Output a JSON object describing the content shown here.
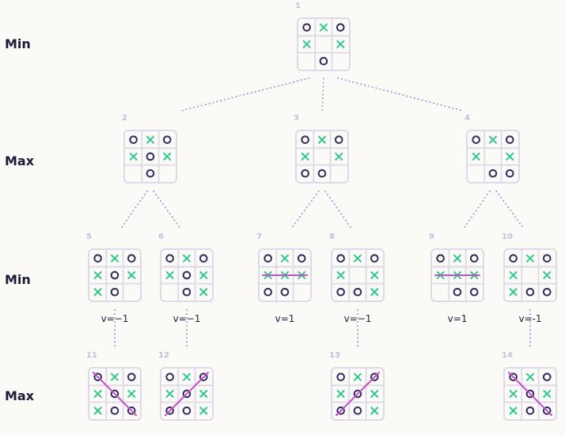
{
  "levels": {
    "min1": "Min",
    "max1": "Max",
    "min2": "Min",
    "max2": "Max"
  },
  "nodes": [
    {
      "id": "1",
      "board": [
        "O",
        "X",
        "O",
        "X",
        "",
        "X",
        "",
        "O",
        ""
      ],
      "value": "",
      "win": null
    },
    {
      "id": "2",
      "board": [
        "O",
        "X",
        "O",
        "X",
        "O",
        "X",
        "",
        "O",
        ""
      ],
      "value": "",
      "win": null
    },
    {
      "id": "3",
      "board": [
        "O",
        "X",
        "O",
        "X",
        "",
        "X",
        "O",
        "O",
        ""
      ],
      "value": "",
      "win": null
    },
    {
      "id": "4",
      "board": [
        "O",
        "X",
        "O",
        "X",
        "",
        "X",
        "",
        "O",
        "O"
      ],
      "value": "",
      "win": null
    },
    {
      "id": "5",
      "board": [
        "O",
        "X",
        "O",
        "X",
        "O",
        "X",
        "X",
        "O",
        ""
      ],
      "value": "v=−1",
      "win": null
    },
    {
      "id": "6",
      "board": [
        "O",
        "X",
        "O",
        "X",
        "O",
        "X",
        "",
        "O",
        "X"
      ],
      "value": "v=−1",
      "win": null
    },
    {
      "id": "7",
      "board": [
        "O",
        "X",
        "O",
        "X",
        "X",
        "X",
        "O",
        "O",
        ""
      ],
      "value": "v=1",
      "win": "row2"
    },
    {
      "id": "8",
      "board": [
        "O",
        "X",
        "O",
        "X",
        "",
        "X",
        "O",
        "O",
        "X"
      ],
      "value": "v=−1",
      "win": null
    },
    {
      "id": "9",
      "board": [
        "O",
        "X",
        "O",
        "X",
        "X",
        "X",
        "",
        "O",
        "O"
      ],
      "value": "v=1",
      "win": "row2"
    },
    {
      "id": "10",
      "board": [
        "O",
        "X",
        "O",
        "X",
        "",
        "X",
        "X",
        "O",
        "O"
      ],
      "value": "v=-1",
      "win": null
    },
    {
      "id": "11",
      "board": [
        "O",
        "X",
        "O",
        "X",
        "O",
        "X",
        "X",
        "O",
        "O"
      ],
      "value": "",
      "win": "diag"
    },
    {
      "id": "12",
      "board": [
        "O",
        "X",
        "O",
        "X",
        "O",
        "X",
        "O",
        "O",
        "X"
      ],
      "value": "",
      "win": "anti"
    },
    {
      "id": "13",
      "board": [
        "O",
        "X",
        "O",
        "X",
        "O",
        "X",
        "O",
        "O",
        "X"
      ],
      "value": "",
      "win": "anti"
    },
    {
      "id": "14",
      "board": [
        "O",
        "X",
        "O",
        "X",
        "O",
        "X",
        "X",
        "O",
        "O"
      ],
      "value": "",
      "win": "diag"
    }
  ],
  "edges": [
    [
      "1",
      "2"
    ],
    [
      "1",
      "3"
    ],
    [
      "1",
      "4"
    ],
    [
      "2",
      "5"
    ],
    [
      "2",
      "6"
    ],
    [
      "3",
      "7"
    ],
    [
      "3",
      "8"
    ],
    [
      "4",
      "9"
    ],
    [
      "4",
      "10"
    ],
    [
      "5",
      "11"
    ],
    [
      "6",
      "12"
    ],
    [
      "8",
      "13"
    ],
    [
      "10",
      "14"
    ]
  ],
  "colors": {
    "o": "#2e2a63",
    "x": "#2fc790",
    "win_line": "#c44fc8",
    "edge": "#9b95d2",
    "board_border": "#dcd9e8",
    "number": "#c3bfdc"
  }
}
